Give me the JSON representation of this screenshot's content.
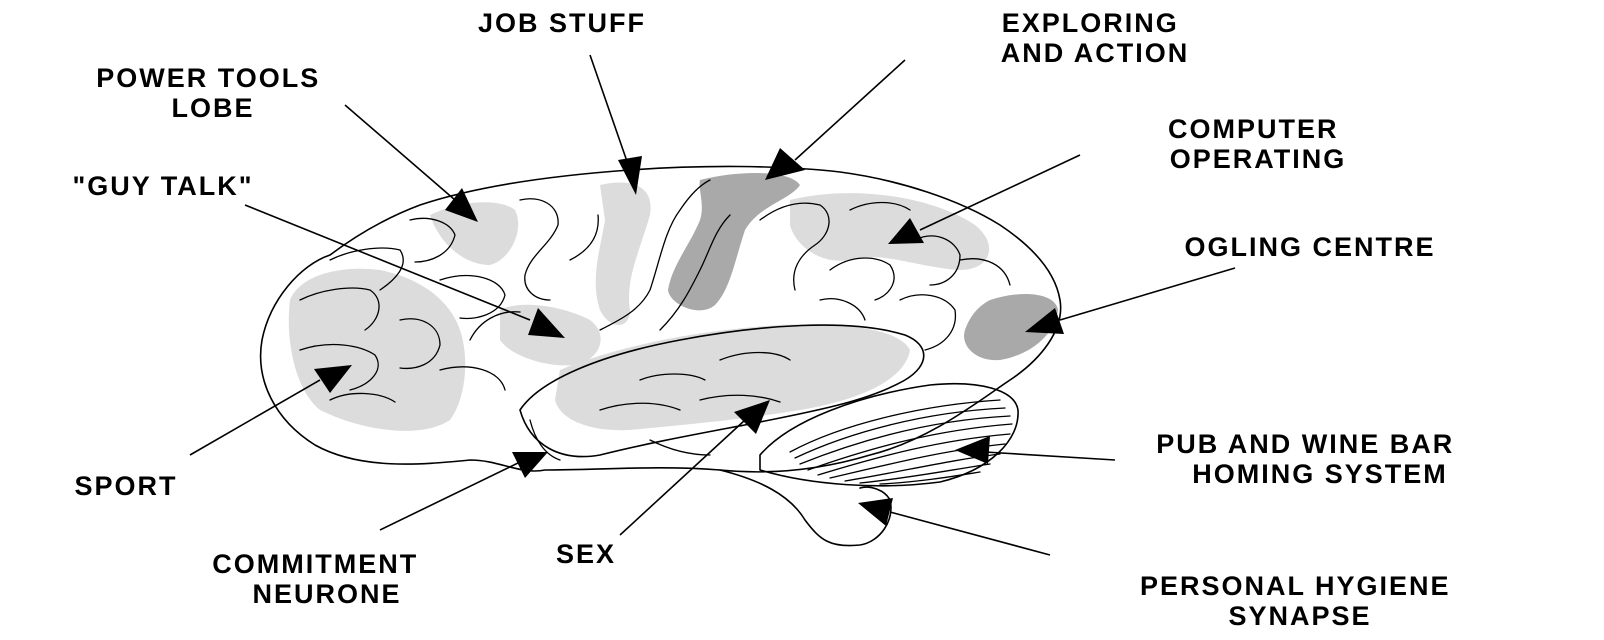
{
  "labels": {
    "job_stuff": [
      "JOB STUFF"
    ],
    "exploring": [
      "EXPLORING",
      "AND ACTION"
    ],
    "power_tools": [
      "POWER TOOLS",
      "LOBE"
    ],
    "computer": [
      "COMPUTER",
      "OPERATING"
    ],
    "guy_talk": [
      "\"GUY TALK\""
    ],
    "ogling": [
      "OGLING CENTRE"
    ],
    "sport": [
      "SPORT"
    ],
    "pub": [
      "PUB AND WINE BAR",
      "HOMING SYSTEM"
    ],
    "commitment": [
      "COMMITMENT",
      "NEURONE"
    ],
    "sex": [
      "SEX"
    ],
    "hygiene": [
      "PERSONAL HYGIENE",
      "SYNAPSE"
    ]
  },
  "colors": {
    "region_light": "#dcdcdc",
    "region_dark": "#a9a9a9",
    "ink": "#000000",
    "background": "#ffffff"
  }
}
